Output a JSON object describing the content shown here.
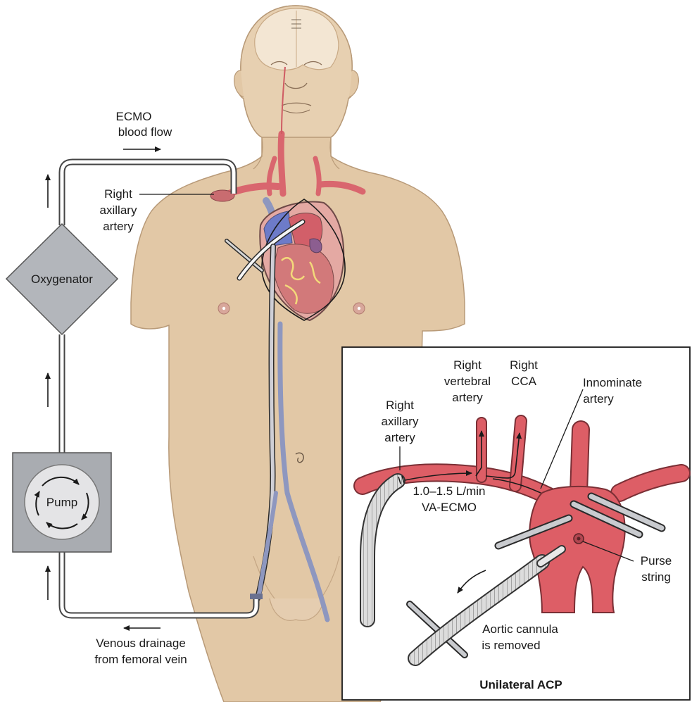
{
  "labels": {
    "ecmo_flow_1": "ECMO",
    "ecmo_flow_2": "blood flow",
    "right_axillary_1": "Right",
    "right_axillary_2": "axillary",
    "right_axillary_3": "artery",
    "oxygenator": "Oxygenator",
    "pump": "Pump",
    "venous_1": "Venous drainage",
    "venous_2": "from femoral vein"
  },
  "inset": {
    "title": "Unilateral ACP",
    "axillary_1": "Right",
    "axillary_2": "axillary",
    "axillary_3": "artery",
    "vertebral_1": "Right",
    "vertebral_2": "vertebral",
    "vertebral_3": "artery",
    "cca_1": "Right",
    "cca_2": "CCA",
    "innominate_1": "Innominate",
    "innominate_2": "artery",
    "flow_1": "1.0–1.5 L/min",
    "flow_2": "VA-ECMO",
    "purse_1": "Purse",
    "purse_2": "string",
    "cannula_1": "Aortic cannula",
    "cannula_2": "is removed"
  },
  "colors": {
    "skin": "#e2c8a6",
    "skin_edge": "#b89a78",
    "artery": "#d9666e",
    "vein": "#8e97bf",
    "device_gray": "#b3b6bb",
    "pump_box": "#a9acb1"
  }
}
